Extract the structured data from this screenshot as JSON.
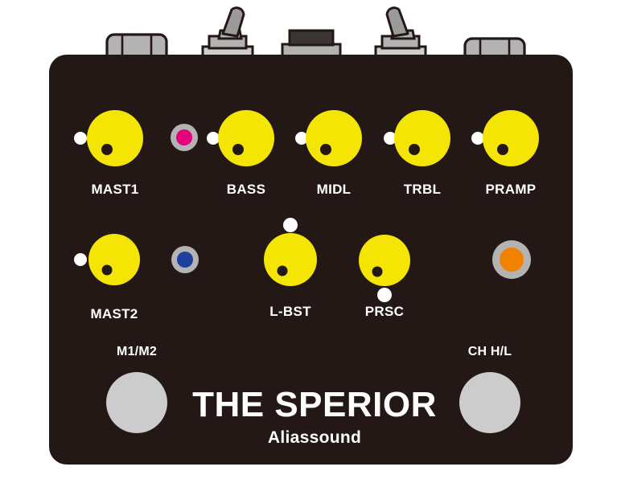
{
  "device": {
    "brand_name": "THE SPERIOR",
    "maker_name": "Aliassound",
    "panel_color": "#231815",
    "knob_color": "#f5e505",
    "led_white_color": "#ffffff",
    "hardware_gray": "#b3b3b3",
    "footswitch_color": "#cccccc",
    "label_color": "#ffffff"
  },
  "top_hardware": [
    {
      "name": "jack-left",
      "type": "jack",
      "label": ""
    },
    {
      "name": "toggle-left",
      "type": "toggle",
      "label": "",
      "position": "right"
    },
    {
      "name": "jack-center",
      "type": "jack-dark",
      "label": ""
    },
    {
      "name": "toggle-right",
      "type": "toggle",
      "label": "",
      "position": "left"
    },
    {
      "name": "jack-right",
      "type": "jack",
      "label": ""
    }
  ],
  "knob_row_1": [
    {
      "name": "mast1",
      "label": "MAST1",
      "led": "left",
      "led_color": "#ffffff",
      "indicator_angle": 215
    },
    {
      "name": "bass",
      "label": "BASS",
      "led": "left",
      "led_color": "#ffffff",
      "indicator_angle": 215
    },
    {
      "name": "midl",
      "label": "MIDL",
      "led": "left",
      "led_color": "#ffffff",
      "indicator_angle": 215
    },
    {
      "name": "trbl",
      "label": "TRBL",
      "led": "left",
      "led_color": "#ffffff",
      "indicator_angle": 215
    },
    {
      "name": "pramp",
      "label": "PRAMP",
      "led": "left",
      "led_color": "#ffffff",
      "indicator_angle": 215
    }
  ],
  "knob_row_2": [
    {
      "name": "mast2",
      "label": "MAST2",
      "led": "left",
      "led_color": "#ffffff",
      "indicator_angle": 215
    },
    {
      "name": "lbst",
      "label": "L-BST",
      "led": "top",
      "led_color": "#ffffff",
      "indicator_angle": 215
    },
    {
      "name": "prsc",
      "label": "PRSC",
      "led": "bottom",
      "led_color": "#ffffff",
      "indicator_angle": 215
    }
  ],
  "indicator_leds": [
    {
      "name": "led-magenta",
      "color": "#e5007e",
      "ring_color": "#b3b3b3"
    },
    {
      "name": "led-blue",
      "color": "#1d3f9e",
      "ring_color": "#b3b3b3"
    },
    {
      "name": "led-orange",
      "color": "#f08200",
      "ring_color": "#b3b3b3"
    }
  ],
  "footswitches": [
    {
      "name": "footswitch-m1m2",
      "label": "M1/M2"
    },
    {
      "name": "footswitch-ch-hl",
      "label": "CH H/L"
    }
  ]
}
